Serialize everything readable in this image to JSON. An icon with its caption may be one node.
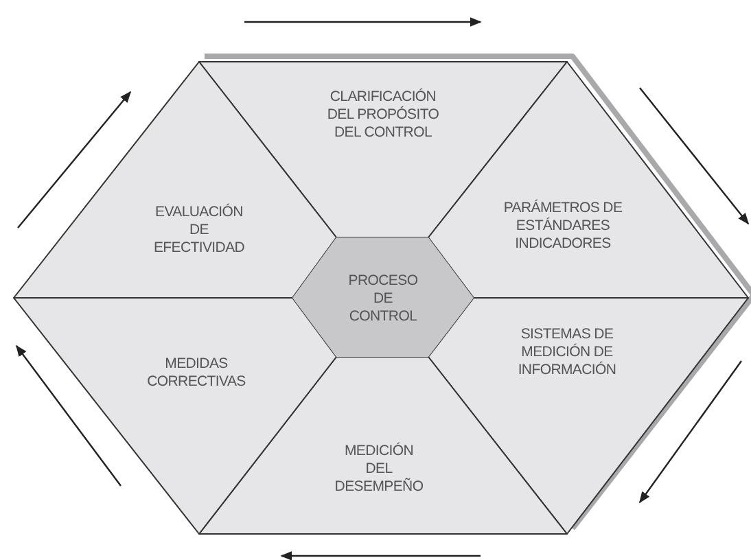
{
  "diagram": {
    "nodes": [
      {
        "text": [
          "CLARIFICACIÓN DEL PROPÓSITO DEL CONTROL"
        ]
      },
      {
        "text": [
          "PARÁMETROS DE ESTÁNDARES INDICADORES"
        ]
      },
      {
        "text": [
          "SISTEMAS DE MEDICIÓN DE INFORMACIÓN"
        ]
      },
      {
        "text": [
          "MEDICIÓN DEL DESEMPEÑO"
        ]
      },
      {
        "text": [
          "MEDIDAS CORRECTIVAS"
        ]
      },
      {
        "text": [
          "EVALUACIÓN DE EFECTIVIDAD"
        ]
      },
      {
        "text": [
          "PROCESO DE CONTROL"
        ]
      }
    ]
  }
}
